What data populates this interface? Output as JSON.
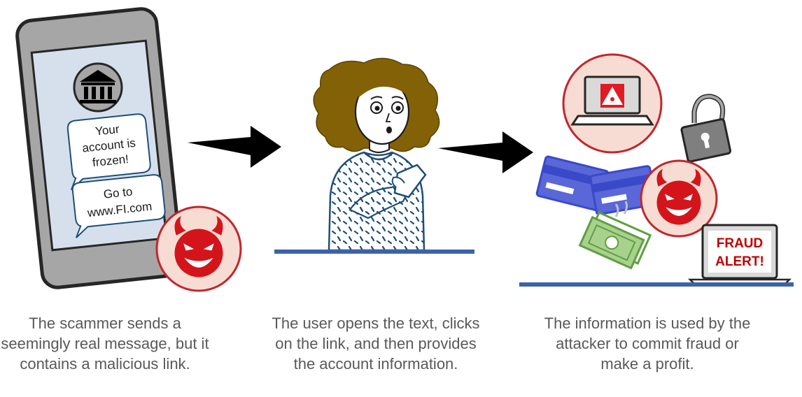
{
  "steps": [
    {
      "caption": "The scammer sends a seemingly real message, but it contains a malicious link.",
      "bubble_1": [
        "Your",
        "account is",
        "frozen!"
      ],
      "bubble_2": [
        "Go to",
        "www.FI.com"
      ]
    },
    {
      "caption": "The user opens the text, clicks on the link, and then provides the account information."
    },
    {
      "caption": "The information is used by the attacker to commit fraud or make a profit.",
      "alert_sign": [
        "FRAUD",
        "ALERT!"
      ]
    }
  ],
  "icons": [
    "bank-icon",
    "devil-icon",
    "warning-icon",
    "padlock-icon",
    "credit-card-icon",
    "money-icon",
    "laptop-icon",
    "arrow-icon"
  ],
  "colors": {
    "devil_red": "#d4141b",
    "devil_bg": "#f7dcd3",
    "card_blue": "#3a49c9",
    "money_green": "#5e9f40",
    "hair": "#836106",
    "ground_blue": "#3d62a8",
    "alert_text": "#c00000",
    "caption_text": "#595959"
  }
}
